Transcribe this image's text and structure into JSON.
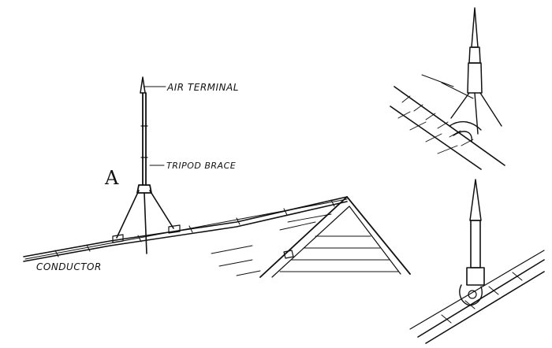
{
  "labels": {
    "air_terminal": "AIR TERMINAL",
    "tripod_brace": "TRIPOD BRACE",
    "conductor": "CONDUCTOR",
    "view_letter": "A"
  },
  "colors": {
    "ink": "#111111",
    "background": "#ffffff"
  }
}
